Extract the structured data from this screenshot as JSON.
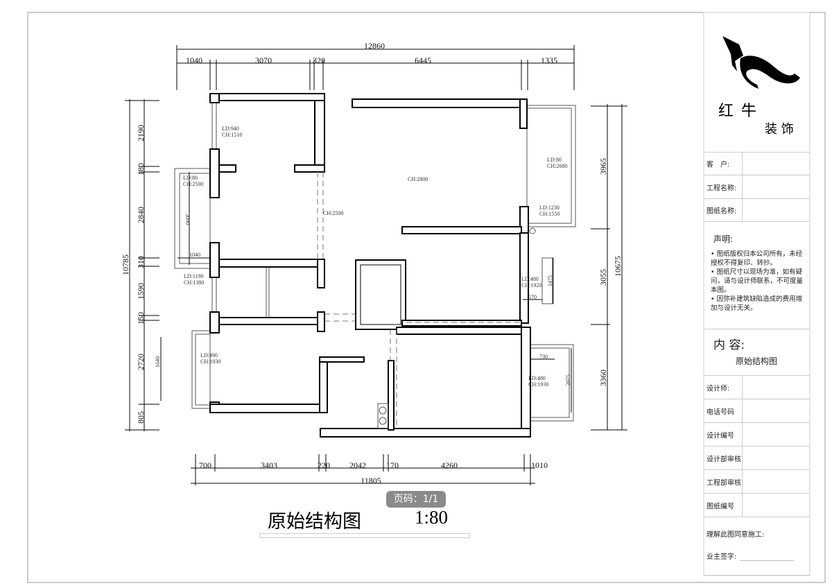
{
  "drawing": {
    "title": "原始结构图",
    "scale": "1:80",
    "page_badge": "页码：1/1",
    "top_dims": {
      "total": "12860",
      "segments": [
        "1040",
        "3070",
        "320",
        "6445",
        "1335"
      ]
    },
    "bottom_dims": {
      "total": "11805",
      "segments": [
        "700",
        "3403",
        "220",
        "2042",
        "170",
        "4260",
        "1010"
      ]
    },
    "left_dims": {
      "total": "10785",
      "segments": [
        "2190",
        "180",
        "2840",
        "310",
        "1590",
        "150",
        "2720",
        "805"
      ]
    },
    "right_dims": {
      "total": "10675",
      "segments": [
        "3965",
        "3055",
        "3360"
      ]
    },
    "inner_dims": [
      "3090",
      "1040",
      "1640",
      "1475",
      "570",
      "730",
      "2075"
    ],
    "room_labels": [
      {
        "ld": "LD:940",
        "ch": "CH:1510"
      },
      {
        "ld": "LD:80",
        "ch": "CH:2500"
      },
      {
        "ld": "LD:1190",
        "ch": "CH:1380"
      },
      {
        "ld": "LD:490",
        "ch": "CH:1930"
      },
      {
        "ld": "LD:80",
        "ch": "CH:2680"
      },
      {
        "ld": "LD:1230",
        "ch": "CH:1550"
      },
      {
        "ld": "LD:480",
        "ch": "CH:1920"
      },
      {
        "ld": "LD:480",
        "ch": "CH:1930"
      }
    ],
    "ceiling_labels": [
      "CH:2800",
      "CH:2500"
    ]
  },
  "title_block": {
    "company_line1": "红 牛",
    "company_line2": "装 饰",
    "fields_top": [
      "客　户:",
      "工程名称:",
      "图纸名称:"
    ],
    "statement_title": "声明:",
    "statements": [
      "图纸版权归本公司所有，未经授权不得复印、转抄。",
      "图纸尺寸以现场为准，如有疑问，请与设计师联系，不可度量本图。",
      "因弥补建筑缺陷造成的费用增加与设计无关。"
    ],
    "content_title": "内 容:",
    "content_value": "原始结构图",
    "fields_bottom": [
      "设计师:",
      "电话号码",
      "设计编号",
      "设计部审核:",
      "工程部审核:",
      "图纸编号"
    ],
    "approve_text": "理解此图同意施工:",
    "owner_sign": "业主签字:"
  }
}
